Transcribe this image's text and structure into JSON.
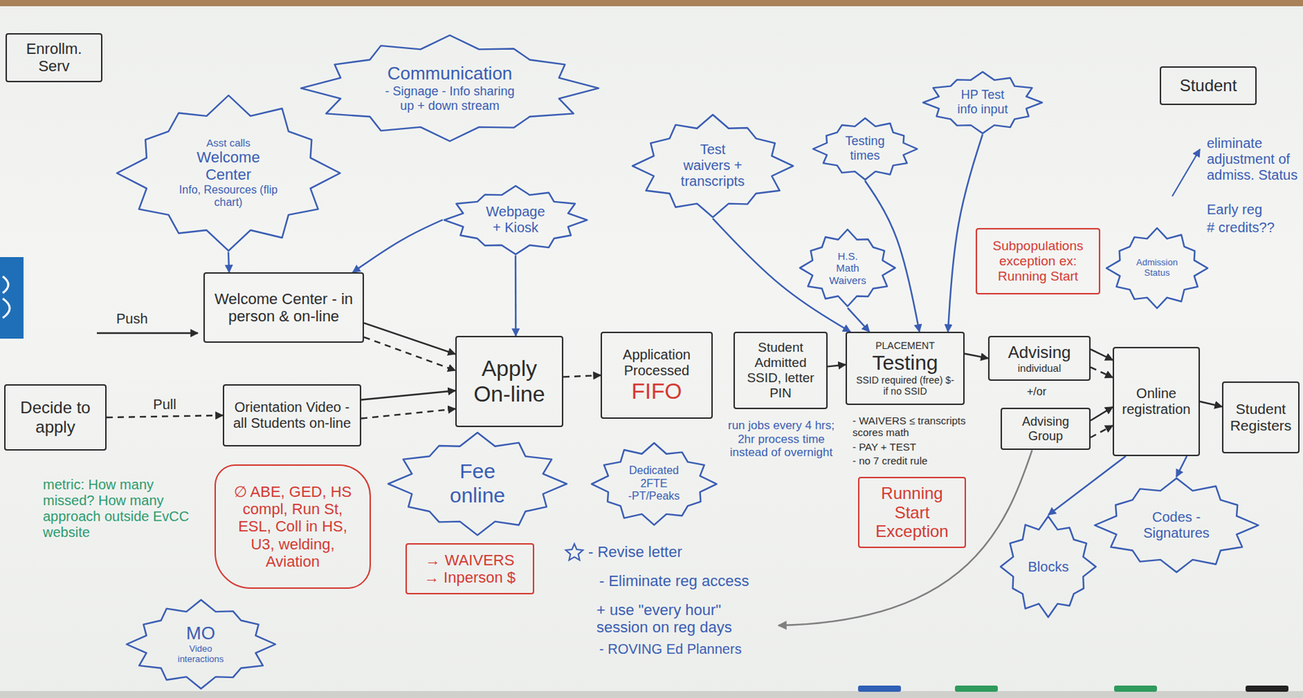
{
  "diagram": {
    "nodes": [
      {
        "text": [
          "Enrollm. Serv"
        ]
      },
      {
        "text": [
          "Communication",
          "- Signage - Info sharing up + down stream"
        ]
      },
      {
        "text": [
          "Asst calls",
          "Welcome Center",
          "Info, Resources (flip chart)"
        ]
      },
      {
        "text": [
          "HP Test info input"
        ]
      },
      {
        "text": [
          "Student"
        ]
      },
      {
        "text": [
          "Test waivers + transcripts"
        ]
      },
      {
        "text": [
          "Testing times"
        ]
      },
      {
        "text": [
          "Webpage + Kiosk"
        ]
      },
      {
        "text": [
          "Subpopulations exception ex: Running Start"
        ]
      },
      {
        "text": [
          "H.S. Math Waivers"
        ]
      },
      {
        "text": [
          "Admission Status"
        ]
      },
      {
        "text": [
          "Welcome Center - in person & on-line"
        ]
      },
      {
        "text": [
          "Decide to apply"
        ]
      },
      {
        "text": [
          "Orientation Video - all Students on-line"
        ]
      },
      {
        "text": [
          "Apply On-line"
        ]
      },
      {
        "text": [
          "Application Processed",
          "FIFO"
        ]
      },
      {
        "text": [
          "Student Admitted SSID, letter PIN"
        ]
      },
      {
        "text": [
          "PLACEMENT",
          "Testing",
          "SSID required (free) $- if no SSID"
        ]
      },
      {
        "text": [
          "Advising",
          "individual"
        ]
      },
      {
        "text": [
          "Advising Group"
        ]
      },
      {
        "text": [
          "Online registration"
        ]
      },
      {
        "text": [
          "Student Registers"
        ]
      },
      {
        "text": [
          "∅ ABE, GED, HS compl, Run St, ESL, Coll in HS, U3, welding, Aviation"
        ]
      },
      {
        "text": [
          "Fee online"
        ]
      },
      {
        "text": [
          "Dedicated 2FTE",
          "-PT/Peaks"
        ]
      },
      {
        "text": [
          "Running Start Exception"
        ]
      },
      {
        "text": [
          "Codes - Signatures"
        ]
      },
      {
        "text": [
          "→ WAIVERS",
          "→ Inperson $"
        ]
      },
      {
        "text": [
          "Blocks"
        ]
      },
      {
        "text": [
          "MO",
          "Video interactions"
        ]
      }
    ],
    "edges": [
      {
        "from": 2,
        "to": 11,
        "arrow": "to"
      },
      {
        "from": 7,
        "to": 11,
        "arrow": "to"
      },
      {
        "from": 7,
        "to": 14,
        "arrow": "to"
      },
      {
        "from": 11,
        "to": 14,
        "arrow": "to"
      },
      {
        "from": 11,
        "to": 14,
        "arrow": "to"
      },
      {
        "from": 13,
        "to": 14,
        "arrow": "to"
      },
      {
        "from": 13,
        "to": 14,
        "arrow": "to"
      },
      {
        "from": 12,
        "to": 13,
        "label": "Pull",
        "arrow": "to"
      },
      {
        "from": 14,
        "to": 15,
        "arrow": "to"
      },
      {
        "from": 16,
        "to": 17,
        "arrow": "to"
      },
      {
        "from": 5,
        "to": 17,
        "arrow": "to"
      },
      {
        "from": 6,
        "to": 17,
        "arrow": "to"
      },
      {
        "from": 3,
        "to": 17,
        "arrow": "to"
      },
      {
        "from": 9,
        "to": 17,
        "arrow": "to"
      },
      {
        "from": 17,
        "to": 18,
        "arrow": "to"
      },
      {
        "from": 18,
        "to": 20,
        "arrow": "to"
      },
      {
        "from": 18,
        "to": 20,
        "arrow": "to"
      },
      {
        "from": 19,
        "to": 20,
        "arrow": "to"
      },
      {
        "from": 19,
        "to": 20,
        "arrow": "to"
      },
      {
        "from": 20,
        "to": 21,
        "arrow": "to"
      },
      {
        "from": 20,
        "to": 26,
        "arrow": "to"
      },
      {
        "from": 20,
        "to": 28,
        "arrow": "to"
      }
    ],
    "labels": [
      "Push",
      "metric: How many missed? How many approach outside EvCC website",
      "run jobs every 4 hrs; 2hr process time instead of overnight",
      "- WAIVERS ≤ transcripts scores math",
      "- PAY + TEST",
      "- no 7 credit rule",
      "+/or",
      "eliminate adjustment of admiss. Status",
      "Early reg",
      "# credits??",
      "- Revise letter",
      "- Eliminate reg access",
      "+ use \"every hour\" session on reg days",
      "- ROVING Ed Planners"
    ]
  }
}
